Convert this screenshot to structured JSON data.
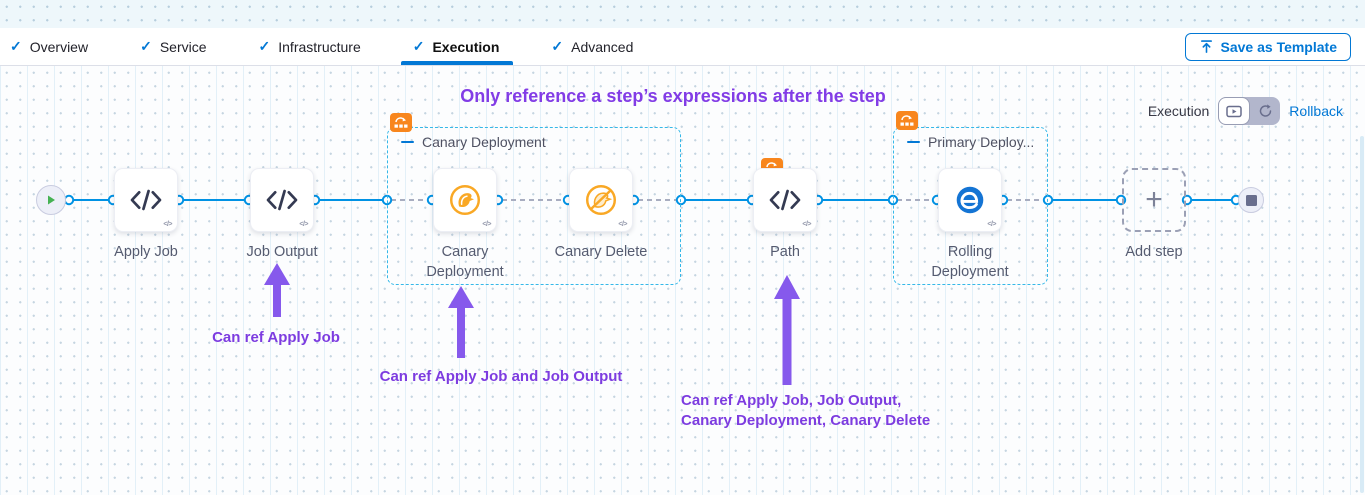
{
  "tabs": {
    "items": [
      {
        "label": "Overview",
        "active": false
      },
      {
        "label": "Service",
        "active": false
      },
      {
        "label": "Infrastructure",
        "active": false
      },
      {
        "label": "Execution",
        "active": true
      },
      {
        "label": "Advanced",
        "active": false
      }
    ]
  },
  "header": {
    "save_button": "Save as Template"
  },
  "canvas": {
    "heading": "Only reference a step’s expressions after the step",
    "mode": {
      "label": "Execution",
      "rollback_link": "Rollback"
    },
    "groups": [
      {
        "label": "Canary Deployment"
      },
      {
        "label": "Primary Deploy..."
      }
    ],
    "nodes": [
      {
        "label": "Apply Job",
        "type": "code-step"
      },
      {
        "label": "Job Output",
        "type": "code-step"
      },
      {
        "label": "Canary Deployment",
        "type": "canary-deployment-step"
      },
      {
        "label": "Canary Delete",
        "type": "canary-delete-step"
      },
      {
        "label": "Path",
        "type": "code-step"
      },
      {
        "label": "Rolling Deployment",
        "type": "rolling-deployment-step"
      }
    ],
    "add_step_label": "Add step",
    "annotations": {
      "a1": "Can ref Apply Job",
      "a2": "Can ref Apply Job and Job Output",
      "a3_line1": "Can ref Apply Job, Job Output,",
      "a3_line2": "Canary Deployment, Canary Delete"
    }
  },
  "icons": {
    "check": "✓",
    "plus": "+",
    "code_glyph": "</>"
  },
  "colors": {
    "accent_blue": "#0278d5",
    "connector_cyan": "#0092e4",
    "annotation_purple": "#823ce6",
    "badge_orange": "#f8861d",
    "canary_orange": "#f9a825",
    "rolling_blue": "#1474d4"
  }
}
